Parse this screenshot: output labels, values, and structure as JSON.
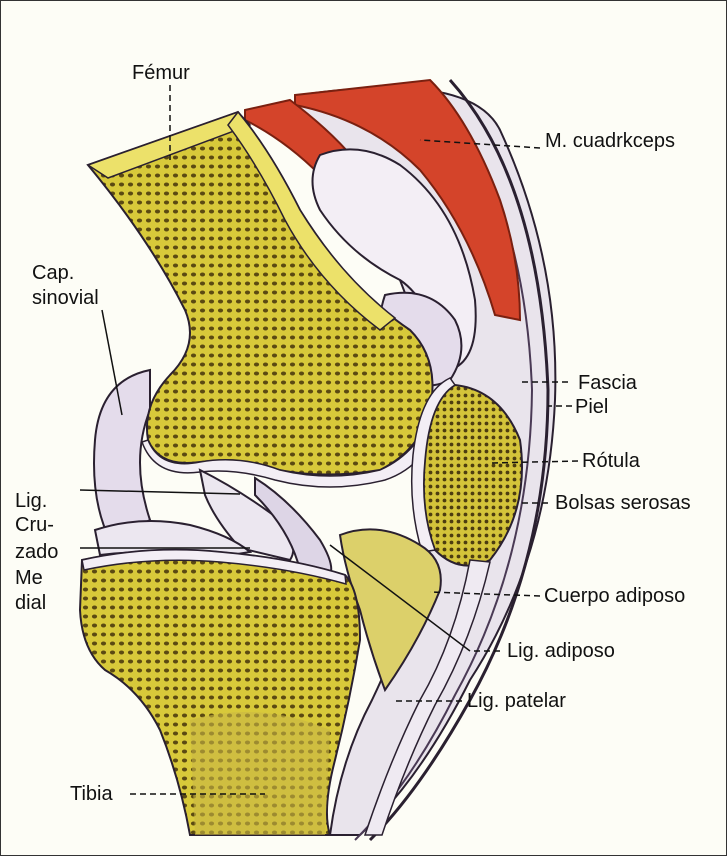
{
  "diagram": {
    "labels": {
      "femur": "Fémur",
      "cuadriceps": "M. cuadrkceps",
      "cap_1": "Cap.",
      "cap_2": "sinovial",
      "fascia": "Fascia",
      "piel": "Piel",
      "rotula": "Rótula",
      "lig_1": "Lig.",
      "lig_2": "Cru-",
      "lig_3": "zado",
      "lig_4": "Me",
      "lig_5": "dial",
      "bolsas": "Bolsas serosas",
      "cuerpo": "Cuerpo adiposo",
      "lig_adiposo": "Lig. adiposo",
      "lig_patelar": "Lig. patelar",
      "tibia": "Tibia"
    }
  },
  "colors": {
    "bone": "#d9cb3c",
    "bone_cortex": "#ece16a",
    "trabecula": "#5b4a12",
    "muscle": "#d4442a",
    "soft_tissue": "#e9e4ec",
    "outline": "#2a2030"
  }
}
